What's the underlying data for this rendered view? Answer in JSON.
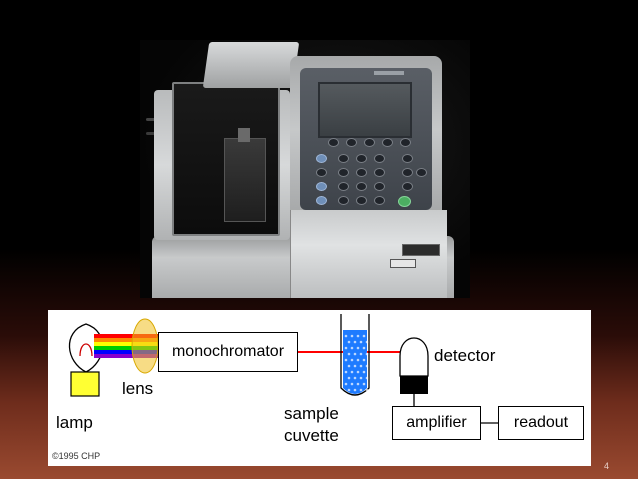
{
  "diagram": {
    "components": {
      "lamp": "lamp",
      "lens": "lens",
      "monochromator": "monochromator",
      "sample": "sample",
      "cuvette": "cuvette",
      "detector": "detector",
      "amplifier": "amplifier",
      "readout": "readout"
    },
    "copyright": "©1995 CHP"
  },
  "slide": {
    "page_number": "4"
  },
  "colors": {
    "spectrum": [
      "#ff0000",
      "#ff8800",
      "#ffff00",
      "#00cc00",
      "#0000ff",
      "#8800cc"
    ],
    "beam": "#ff0000",
    "lamp_base": "#ffff33",
    "cuvette_liquid": "#1e7bff",
    "detector_base": "#000000"
  }
}
